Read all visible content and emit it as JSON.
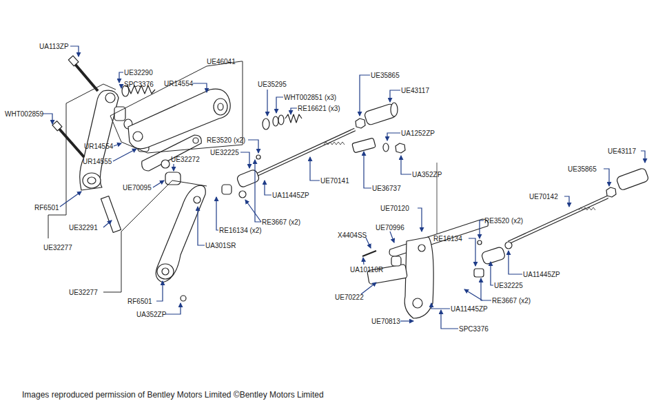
{
  "diagram": {
    "caption": "Images reproduced permission of Bentley Motors Limited ©Bentley Motors Limited",
    "labels": [
      "UA113ZP",
      "UE32290",
      "SPC3376",
      "UE46041",
      "UR14554",
      "WHT002859",
      "UR14554",
      "UR14555",
      "RE3520 (x2)",
      "UE32225",
      "UE32272",
      "UE70095",
      "UE35295",
      "WHT002851 (x3)",
      "RE16621 (x3)",
      "UE35865",
      "UE43117",
      "UA1252ZP",
      "UA352ZP",
      "UE70141",
      "UA11445ZP",
      "UE36737",
      "RE3667 (x2)",
      "RE16134 (x2)",
      "UE70120",
      "UE43117",
      "UE35865",
      "UE70142",
      "RE3520 (x2)",
      "RE16134",
      "UE70996",
      "X4404SS",
      "RF6501",
      "UE32291",
      "UE32277",
      "UA301SR",
      "UA11445ZP",
      "UE32225",
      "RE3667 (x2)",
      "UA10110R",
      "UE70222",
      "UA11445ZP",
      "SPC3376",
      "UE70813",
      "UE32277",
      "RF6501",
      "UA352ZP"
    ]
  }
}
